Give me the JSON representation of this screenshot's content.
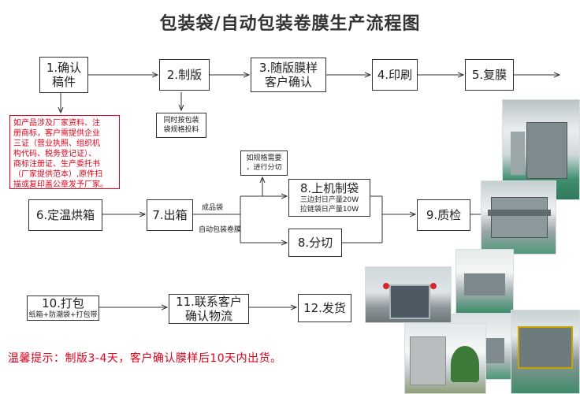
{
  "title": "包装袋/自动包装卷膜生产流程图",
  "steps": {
    "s1": {
      "line1": "1.确认",
      "line2": "稿件"
    },
    "s2": "2.制版",
    "s3": {
      "line1": "3.随版膜样",
      "line2": "客户确认"
    },
    "s4": "4.印刷",
    "s5": "5.复膜",
    "s6": "6.定温烘箱",
    "s7": "7.出箱",
    "s8": {
      "title": "8.上机制袋",
      "line1": "三边封日产量20W",
      "line2": "拉链袋日产量10W"
    },
    "s8b": "8.分切",
    "s9": "9.质检",
    "s10": {
      "title": "10.打包",
      "sub": "纸箱+防潮袋+打包带"
    },
    "s11": {
      "line1": "11.联系客户",
      "line2": "确认物流"
    },
    "s12": "12.发货"
  },
  "notes": {
    "plate": {
      "line1": "同时按包装",
      "line2": "袋规格投料"
    },
    "cut": {
      "line1": "如规格需要",
      "line2": "，进行分切"
    },
    "finished": "成品袋",
    "auto_film": "自动包装卷膜",
    "docs": [
      "如产品涉及厂家资料、注",
      "册商标，客户需提供企业",
      "三证（营业执照、组织机",
      "构代码、税务登记证）、",
      "商标注册证、生产委托书",
      "（厂家提供范本）,原件扫",
      "描或复印盖公章发予厂家。"
    ]
  },
  "tip": "温馨提示：制版3-4天，客户确认膜样后10天内出货。",
  "colors": {
    "accent_red": "#e0001a",
    "line": "#333333"
  }
}
